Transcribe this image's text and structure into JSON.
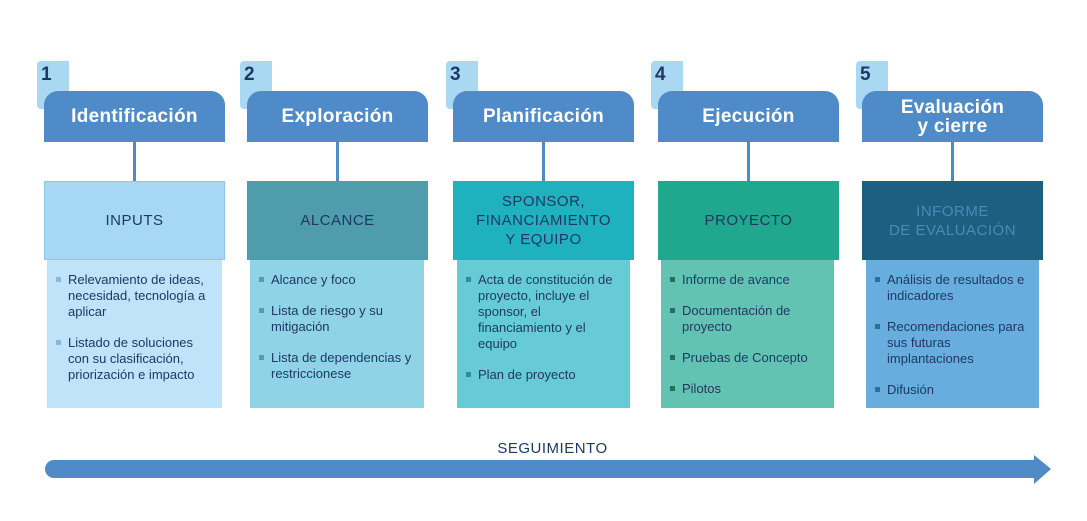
{
  "stages": [
    {
      "number": "1",
      "title": [
        "Identificación"
      ],
      "box_label": [
        "INPUTS"
      ],
      "items": [
        "Relevamiento de ideas, necesidad, tecnología a aplicar",
        "Listado de soluciones con su clasificación, priorización e impacto"
      ],
      "colors": {
        "box_bg": "#a6d8f6",
        "box_text": "#1f3864",
        "list_bg": "#bfe3f8",
        "bullet": "#8ab8d8"
      }
    },
    {
      "number": "2",
      "title": [
        "Exploración"
      ],
      "box_label": [
        "ALCANCE"
      ],
      "items": [
        "Alcance y foco",
        "Lista de riesgo y su mitigación",
        "Lista de dependencias y restriccionese"
      ],
      "colors": {
        "box_bg": "#4e9cac",
        "box_text": "#1f3864",
        "list_bg": "#8fd4e6",
        "bullet": "#5a9aaa"
      }
    },
    {
      "number": "3",
      "title": [
        "Planificación"
      ],
      "box_label": [
        "SPONSOR,",
        "FINANCIAMIENTO",
        "Y EQUIPO"
      ],
      "items": [
        "Acta de constitución de proyecto, incluye el sponsor, el financiamiento y el equipo",
        "Plan de proyecto"
      ],
      "colors": {
        "box_bg": "#1fb2be",
        "box_text": "#1f3864",
        "list_bg": "#67cbd5",
        "bullet": "#2b8f99"
      }
    },
    {
      "number": "4",
      "title": [
        "Ejecución"
      ],
      "box_label": [
        "PROYECTO"
      ],
      "items": [
        "Informe de avance",
        "Documentación de proyecto",
        "Pruebas de Concepto",
        "Pilotos"
      ],
      "colors": {
        "box_bg": "#1fa88d",
        "box_text": "#1f3864",
        "list_bg": "#63c3b2",
        "bullet": "#1f6f62"
      }
    },
    {
      "number": "5",
      "title": [
        "Evaluación",
        "y cierre"
      ],
      "box_label": [
        "INFORME",
        "DE EVALUACIÓN"
      ],
      "items": [
        "Análisis de resultados e indicadores",
        "Recomendaciones para sus futuras implantaciones",
        "Difusión"
      ],
      "colors": {
        "box_bg": "#1d5f80",
        "box_text": "#4a88b8",
        "list_bg": "#67aede",
        "bullet": "#2f6f9e"
      }
    }
  ],
  "seguimiento": {
    "label": "SEGUIMIENTO",
    "color": "#4f8bc9"
  },
  "colors": {
    "title_bg": "#4f8bc9",
    "number_bg": "#a9d8f3",
    "text_dark": "#1f3864"
  }
}
